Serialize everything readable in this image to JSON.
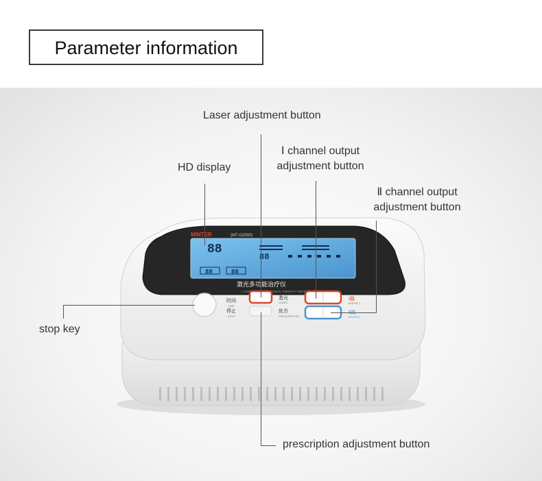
{
  "header": {
    "title": "Parameter information"
  },
  "callouts": {
    "laser": "Laser adjustment button",
    "channel1_line1": "Ⅰ channel output",
    "channel1_line2": "adjustment button",
    "hd_display": "HD display",
    "channel2_line1": "Ⅱ channel output",
    "channel2_line2": "adjustment button",
    "stop_key": "stop key",
    "prescription": "prescription adjustment button"
  },
  "device": {
    "brand": "MINTER",
    "model": "(MT-G2000)",
    "name_cn": "激光多功能治疗仪",
    "name_en": "LASER MULTIFUNCTIONAL THERAPY DEVICE",
    "time_cn": "时间",
    "time_en": "TIME",
    "stop_cn": "停止",
    "stop_en": "STOP",
    "laser_cn": "激光",
    "laser_en": "LASER",
    "prescription_cn": "处方",
    "prescription_en": "PRESCRIPTION",
    "route1_cn": "Ⅰ路",
    "route1_en": "ROUTE 1",
    "route2_cn": "Ⅱ路",
    "route2_en": "ROUTE 2",
    "lcd_time": "88",
    "lcd_ch1": "88",
    "lcd_ch2": "88",
    "lcd_mid": "88"
  },
  "colors": {
    "accent_red": "#d9472b",
    "lcd_blue": "#5aa9de",
    "body_white": "#f3f3f3"
  }
}
